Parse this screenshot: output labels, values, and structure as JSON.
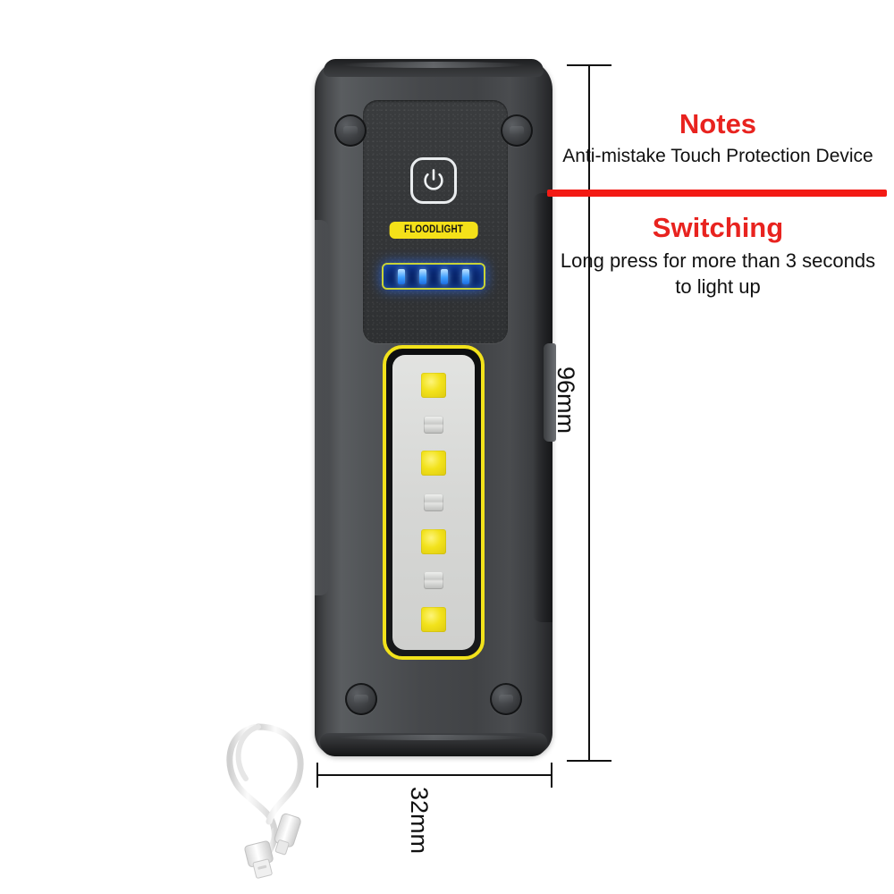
{
  "product": {
    "name": "rechargeable-cob-work-light",
    "power_button": {
      "icon": "power-icon",
      "label": "Power"
    },
    "mode_badge": {
      "text": "FLOODLIGHT",
      "bg_color": "#f4e119",
      "text_color": "#141414"
    },
    "battery_indicator": {
      "bars_total": 4,
      "bars_lit": 4,
      "bar_color": "#3fa0ff",
      "panel_color": "#0b2a7a",
      "border_color": "#c9d337"
    },
    "led_panel": {
      "border_color": "#f2e21b",
      "panel_color": "#d9dad8",
      "leds": [
        {
          "type": "big",
          "color": "#f2e21b"
        },
        {
          "type": "small",
          "color": "#d5d6d4"
        },
        {
          "type": "big",
          "color": "#f2e21b"
        },
        {
          "type": "small",
          "color": "#d5d6d4"
        },
        {
          "type": "big",
          "color": "#f2e21b"
        },
        {
          "type": "small",
          "color": "#d5d6d4"
        },
        {
          "type": "big",
          "color": "#f2e21b"
        }
      ]
    },
    "body_color": "#46484b",
    "screws": [
      {
        "position": "top-left"
      },
      {
        "position": "top-right"
      },
      {
        "position": "bottom-left"
      },
      {
        "position": "bottom-right"
      }
    ]
  },
  "accessory": {
    "name": "usb-charging-cable",
    "color": "#ffffff"
  },
  "dimensions": {
    "height": {
      "value": "96mm",
      "orientation": "vertical"
    },
    "width": {
      "value": "32mm",
      "orientation": "horizontal"
    }
  },
  "notes": {
    "title": "Notes",
    "body": "Anti-mistake Touch Protection Device",
    "title_color": "#e8231f",
    "rule_color": "#f31a14"
  },
  "switching": {
    "title": "Switching",
    "body_line1": "Long press for more than 3 seconds",
    "body_line2": "to light up",
    "title_color": "#e8231f"
  }
}
